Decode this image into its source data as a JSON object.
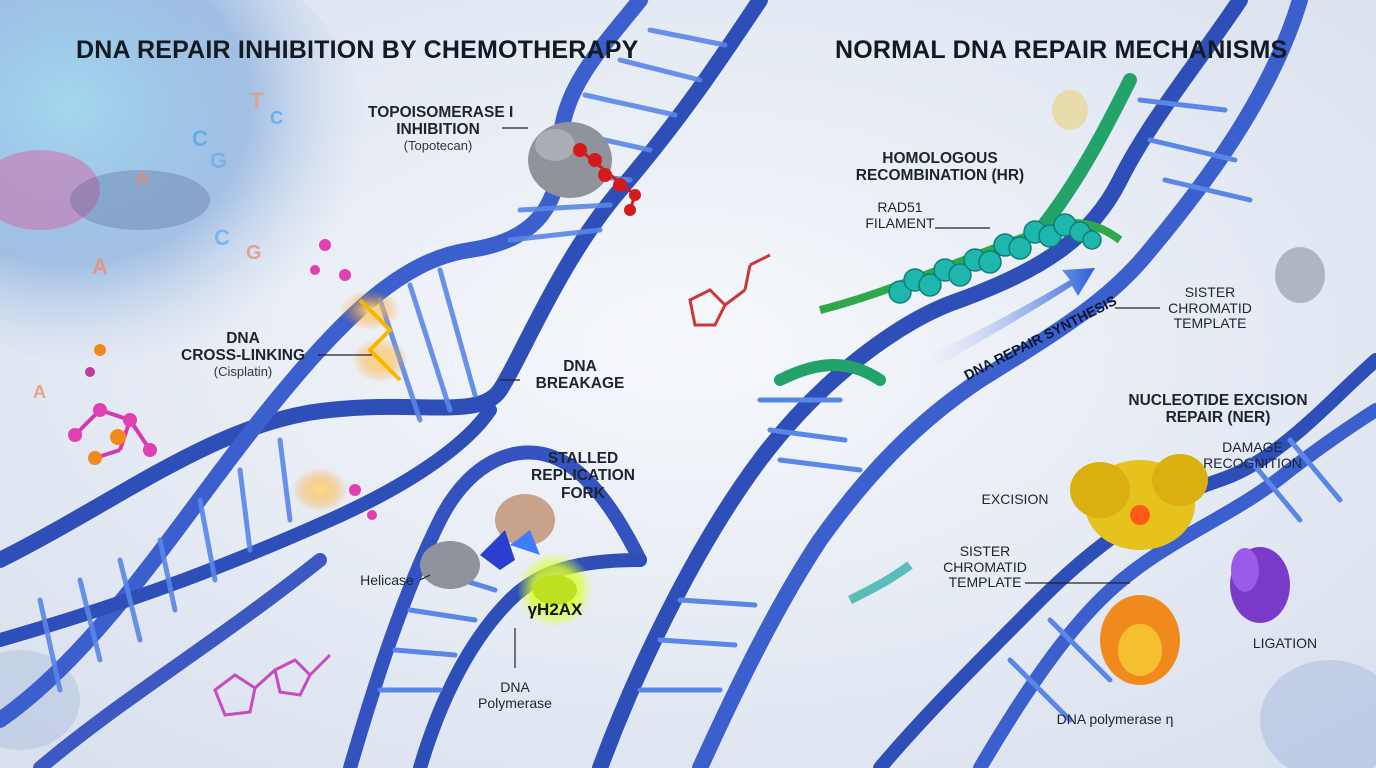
{
  "titles": {
    "left": "DNA REPAIR INHIBITION BY CHEMOTHERAPY",
    "right": "NORMAL DNA REPAIR MECHANISMS"
  },
  "left_labels": {
    "topo_line1": "TOPOISOMERASE I",
    "topo_line2": "INHIBITION",
    "topo_drug": "(Topotecan)",
    "cross_line1": "DNA",
    "cross_line2": "CROSS-LINKING",
    "cross_drug": "(Cisplatin)",
    "break_line1": "DNA",
    "break_line2": "BREAKAGE",
    "stall_line1": "STALLED",
    "stall_line2": "REPLICATION",
    "stall_line3": "FORK",
    "helicase": "Helicase",
    "yh2ax": "γH2AX",
    "pol_line1": "DNA",
    "pol_line2": "Polymerase"
  },
  "right_labels": {
    "hr_line1": "HOMOLOGOUS",
    "hr_line2": "RECOMBINATION (HR)",
    "rad51_line1": "RAD51",
    "rad51_line2": "FILAMENT",
    "sister1_line1": "SISTER",
    "sister1_line2": "CHROMATID",
    "sister1_line3": "TEMPLATE",
    "synthesis": "DNA REPAIR SYNTHESIS",
    "ner_line1": "NUCLEOTIDE EXCISION",
    "ner_line2": "REPAIR (NER)",
    "damage_line1": "DAMAGE",
    "damage_line2": "RECOGNITION",
    "excision": "EXCISION",
    "sister2_line1": "SISTER",
    "sister2_line2": "CHROMATID",
    "sister2_line3": "TEMPLATE",
    "ligation": "LIGATION",
    "polymerase_eta": "DNA polymerase η"
  },
  "floating_bases": [
    "T",
    "C",
    "C",
    "G",
    "A",
    "C",
    "G",
    "A",
    "A"
  ],
  "colors": {
    "helix_blue": "#2f4fb8",
    "helix_green": "#23a36a",
    "rad51_teal": "#20b8b0",
    "topotecan_red": "#d41a1a",
    "cisplatin_pink": "#e040b0",
    "yh2ax_glow": "#d8ff2a",
    "ner_yellow": "#e6c21c",
    "ligase_purple": "#7a3cc8",
    "polymerase_orange": "#f08a1c"
  }
}
